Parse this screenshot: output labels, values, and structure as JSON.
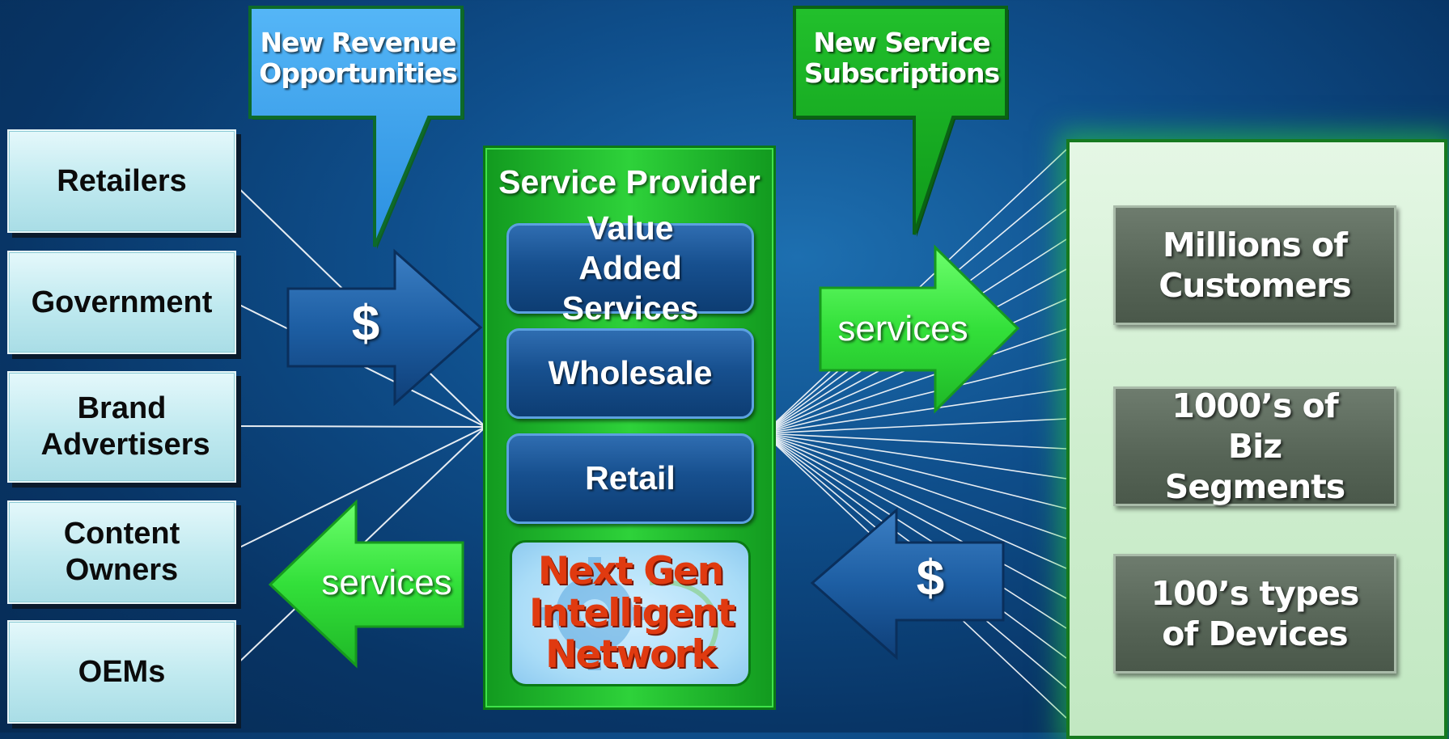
{
  "left_boxes": [
    {
      "label": "Retailers"
    },
    {
      "label": "Government"
    },
    {
      "label": "Brand Advertisers"
    },
    {
      "label": "Content Owners"
    },
    {
      "label": "OEMs"
    }
  ],
  "callouts": {
    "revenue": "New Revenue Opportunities",
    "subscriptions": "New Service Subscriptions"
  },
  "arrows": {
    "left_in_label": "$",
    "left_out_label": "services",
    "right_out_label": "services",
    "right_in_label": "$"
  },
  "service_provider": {
    "title": "Service Provider",
    "items": [
      {
        "label": "Value Added Services"
      },
      {
        "label": "Wholesale"
      },
      {
        "label": "Retail"
      }
    ],
    "network_label": "Next Gen Intelligent Network"
  },
  "right_boxes": [
    {
      "label": "Millions of Customers"
    },
    {
      "label": "1000’s of  Biz Segments"
    },
    {
      "label": "100’s types of Devices"
    }
  ],
  "colors": {
    "background": "#0f4f8c",
    "green_accent": "#2ed23a",
    "blue_accent": "#1a5a9c",
    "callout_blue": "#3ea6f2",
    "network_text": "#e03a10"
  }
}
